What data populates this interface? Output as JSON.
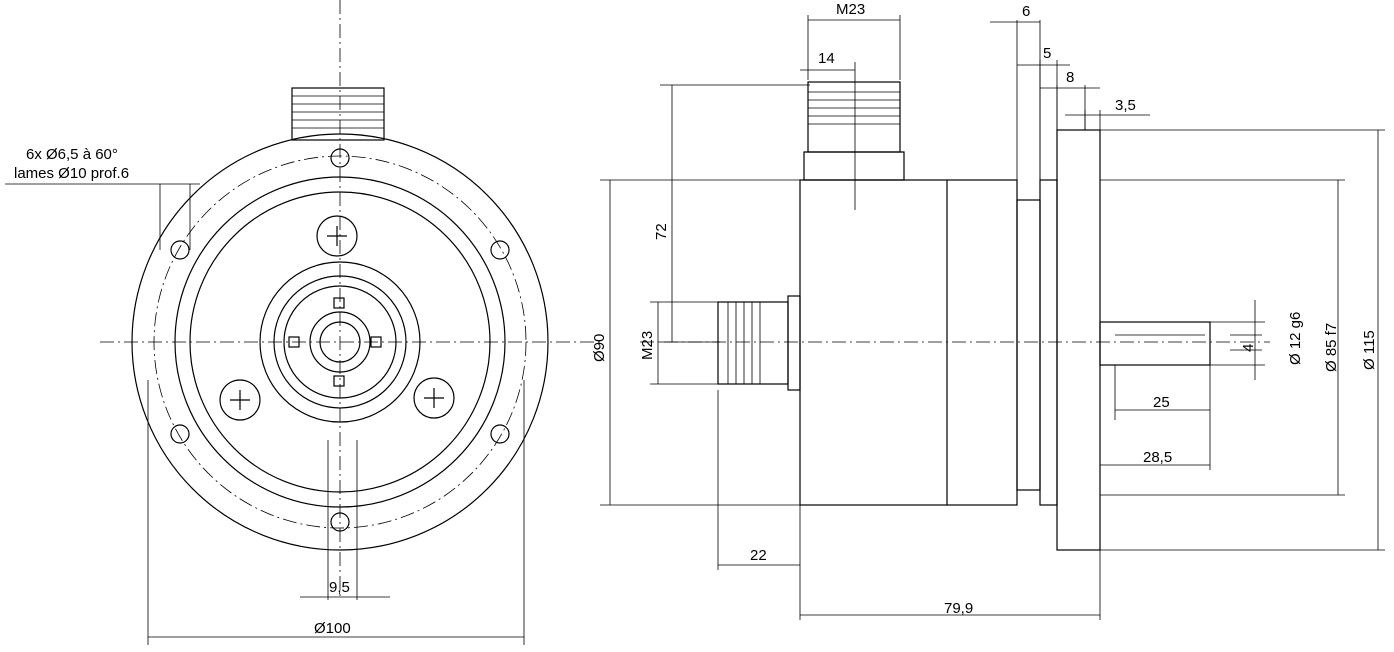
{
  "front_view": {
    "hole_note_line1": "6x Ø6,5 à 60°",
    "hole_note_line2": "lames Ø10 prof.6",
    "dim_key_width": "9,5",
    "dim_diameter_100": "Ø100"
  },
  "side_view": {
    "dim_m23_top": "M23",
    "dim_14": "14",
    "dim_6": "6",
    "dim_5": "5",
    "dim_8": "8",
    "dim_3_5": "3,5",
    "dim_72": "72",
    "dim_d90": "Ø90",
    "dim_m23_side": "M23",
    "dim_22": "22",
    "dim_79_9": "79,9",
    "dim_25": "25",
    "dim_28_5": "28,5",
    "dim_4": "4",
    "dim_d12": "Ø 12 g6",
    "dim_d85": "Ø 85 f7",
    "dim_d115": "Ø 115"
  }
}
